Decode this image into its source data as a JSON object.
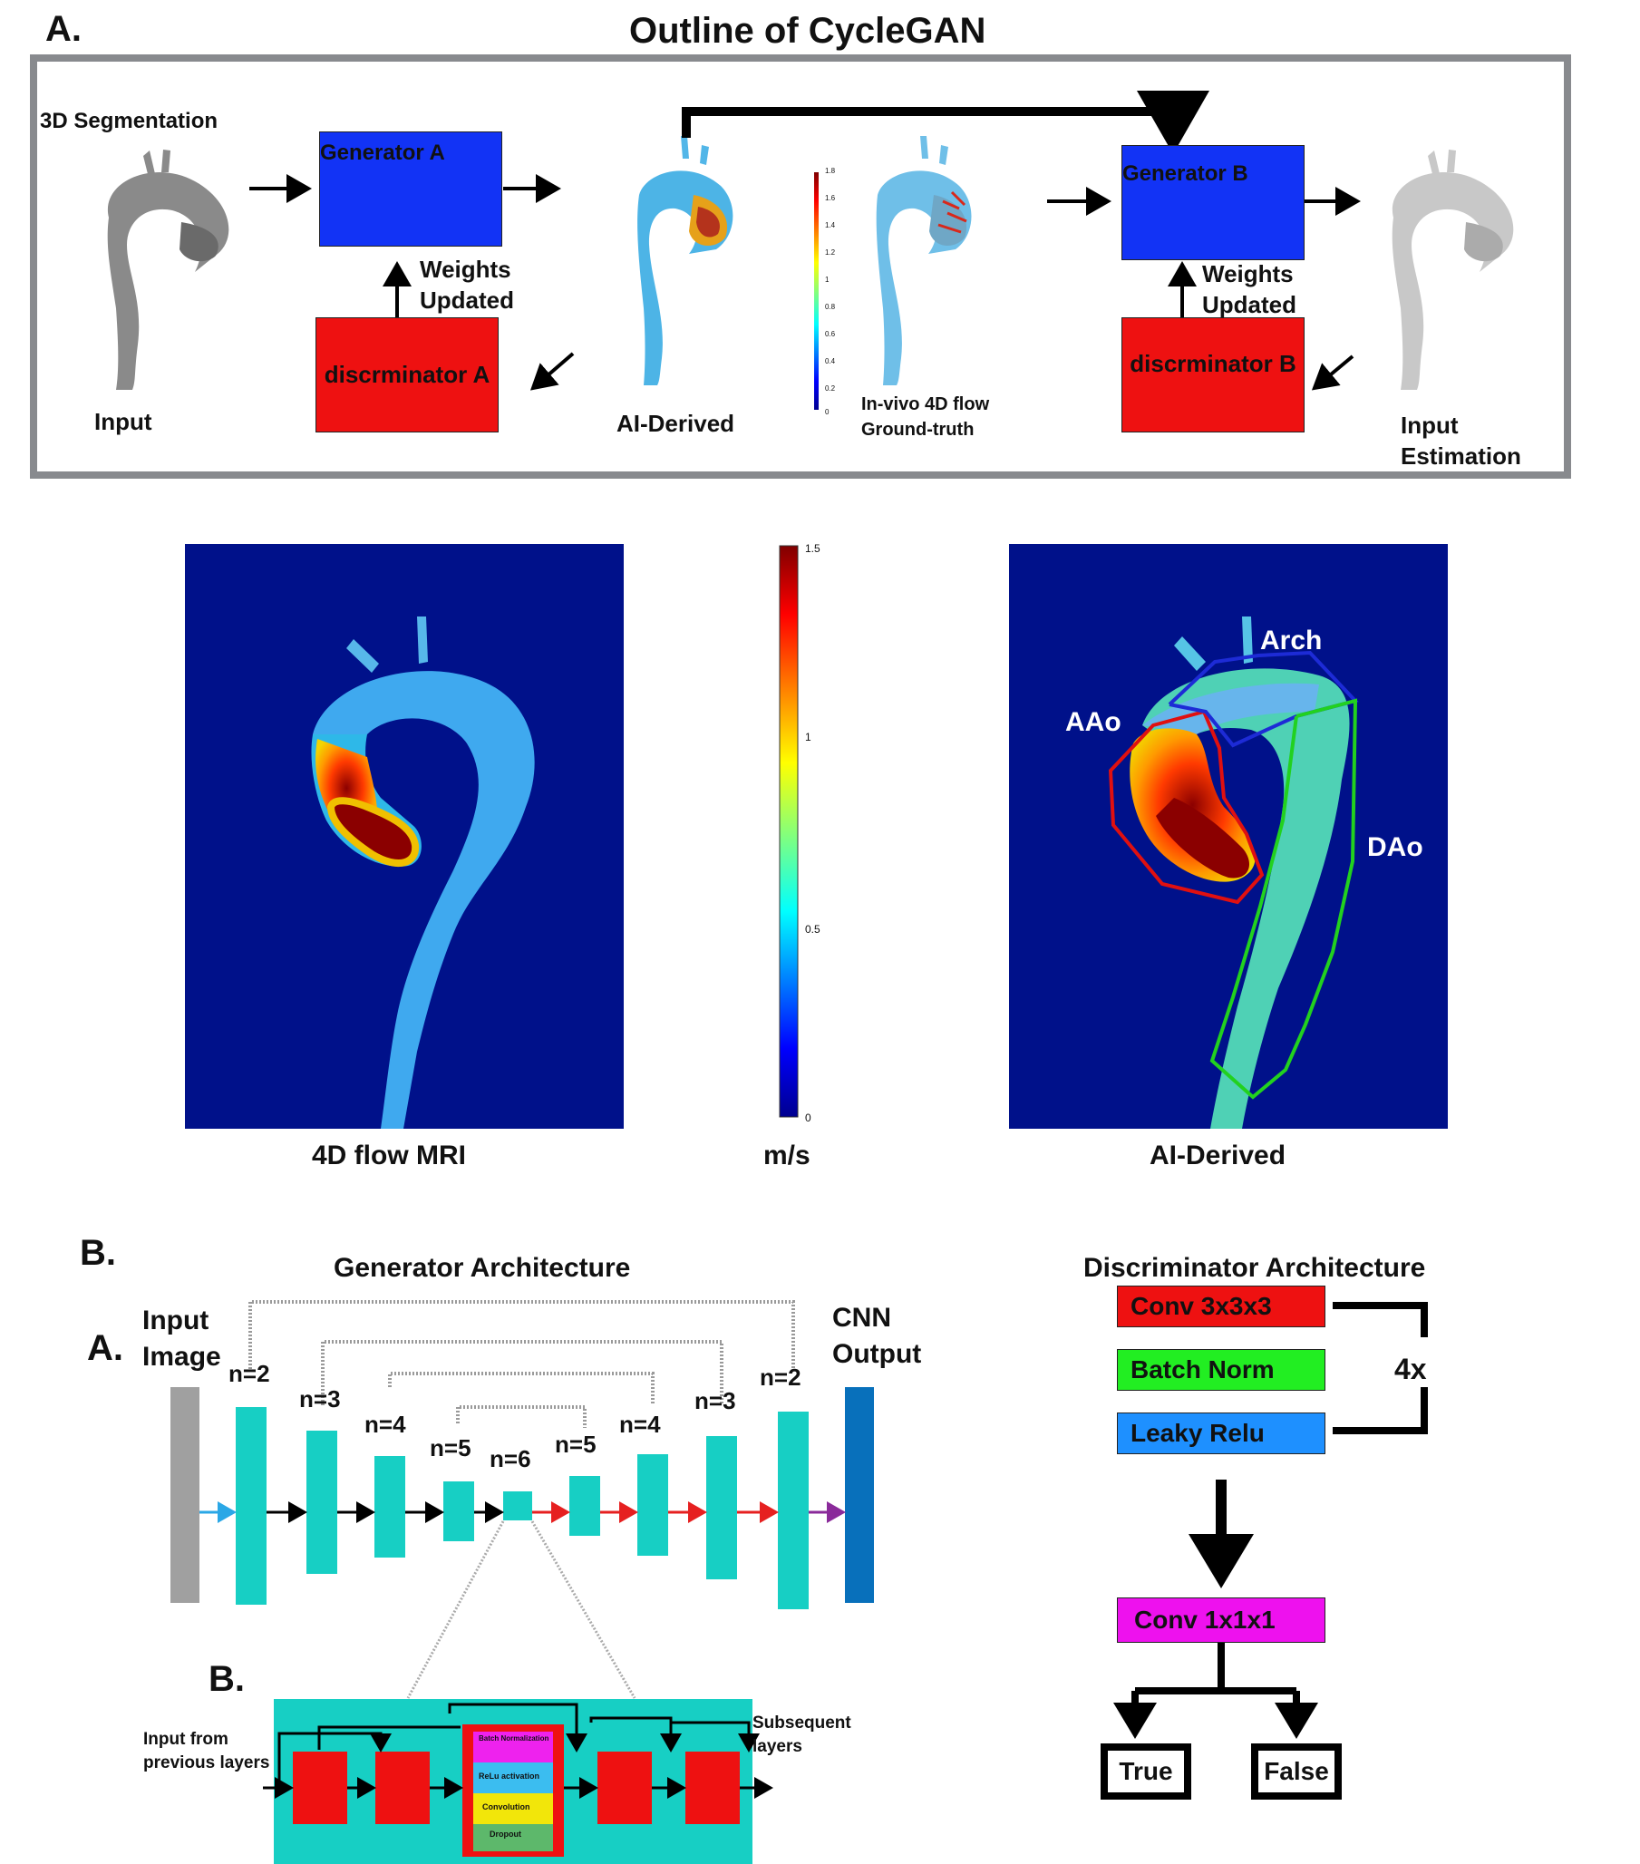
{
  "panel_a": {
    "letter": "A.",
    "title": "Outline of CycleGAN",
    "seg_label": "3D Segmentation",
    "input_label": "Input",
    "generator_a": "Generator A",
    "discriminator_a": "discrminator A",
    "weights_a_line1": "Weights",
    "weights_a_line2": "Updated",
    "ai_derived_label": "AI-Derived",
    "ground_truth_line1": "In-vivo 4D flow",
    "ground_truth_line2": "Ground-truth",
    "generator_b": "Generator B",
    "discriminator_b": "discrminator B",
    "weights_b_line1": "Weights",
    "weights_b_line2": "Updated",
    "estimation_line1": "Input",
    "estimation_line2": "Estimation",
    "small_colorbar_ticks": [
      "1.8",
      "1.6",
      "1.4",
      "1.2",
      "1",
      "0.8",
      "0.6",
      "0.4",
      "0.2",
      "0"
    ]
  },
  "velocity_maps": {
    "left_caption": "4D flow MRI",
    "unit_caption": "m/s",
    "right_caption": "AI-Derived",
    "colorbar_ticks": [
      "1.5",
      "1",
      "0.5",
      "0"
    ],
    "region_aao": "AAo",
    "region_arch": "Arch",
    "region_dao": "DAo",
    "colors": {
      "background": "#00118a",
      "vessel": "#3fa9ef",
      "high": "#8b0000",
      "aao_outline": "#e01010",
      "arch_outline": "#1d2bd6",
      "dao_outline": "#22d11f"
    }
  },
  "panel_b": {
    "letter": "B.",
    "generator_title": "Generator Architecture",
    "sub_a": "A.",
    "input_line1": "Input",
    "input_line2": "Image",
    "output_line1": "CNN",
    "output_line2": "Output",
    "layer_labels": [
      "n=2",
      "n=3",
      "n=4",
      "n=5",
      "n=6",
      "n=5",
      "n=4",
      "n=3",
      "n=2"
    ],
    "sub_b": "B.",
    "block_input_line1": "Input from",
    "block_input_line2": "previous layers",
    "block_output_line1": "Subsequent",
    "block_output_line2": "layers",
    "block_stack": [
      "Batch Normalization",
      "ReLu activation",
      "Convolution",
      "Dropout"
    ],
    "colors": {
      "layer": "#17cfc4",
      "input": "#a0a0a0",
      "output": "#0870bb"
    }
  },
  "discriminator": {
    "title": "Discriminator Architecture",
    "conv": "Conv 3x3x3",
    "batch_norm": "Batch Norm",
    "leaky_relu": "Leaky Relu",
    "repeat": "4x",
    "conv1": "Conv 1x1x1",
    "true_label": "True",
    "false_label": "False",
    "colors": {
      "conv": "#ee1111",
      "batch": "#22ee22",
      "leaky": "#1e90ff",
      "conv1": "#ee11ee"
    }
  }
}
